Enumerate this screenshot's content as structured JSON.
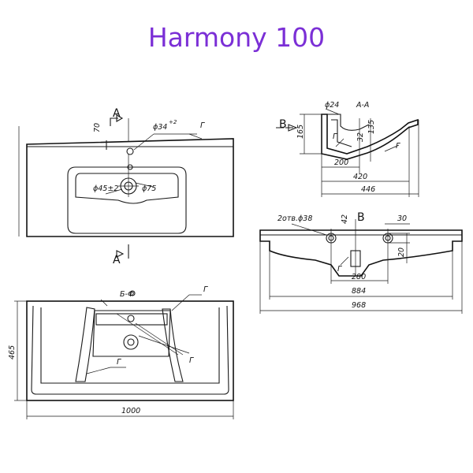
{
  "title": "Harmony 100",
  "labels": {
    "section_a": "A",
    "section_aa": "A-A",
    "view_b": "B",
    "view_b_mark": "Б-Ф",
    "detail_g": "Г",
    "front": {
      "d70": "70",
      "d34": "ϕ34",
      "d34_tol": "+2",
      "d45": "ϕ45±2",
      "d75": "ϕ75"
    },
    "side": {
      "d24": "ϕ24",
      "d165": "165",
      "d32": "32",
      "d135": "135",
      "d200": "200",
      "d420": "420",
      "d446": "446"
    },
    "rear": {
      "holes": "2отв.ϕ38",
      "d42": "42",
      "d30": "30",
      "d20": "20",
      "d280": "280",
      "d884": "884",
      "d968": "968"
    },
    "top": {
      "d465": "465",
      "d1000": "1000"
    }
  }
}
